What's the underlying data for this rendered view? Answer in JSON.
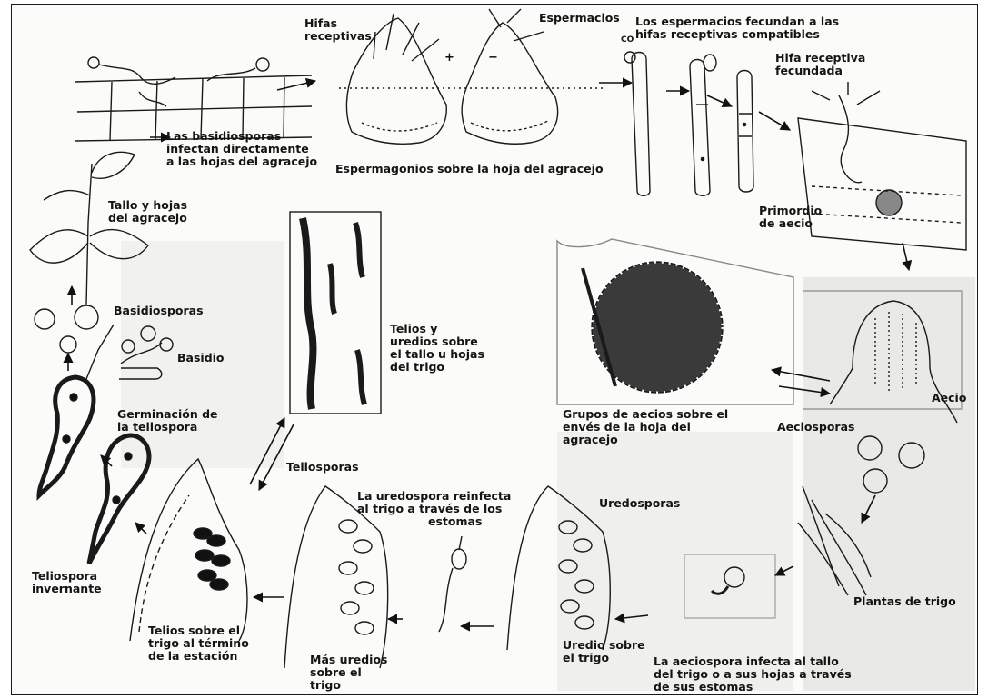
{
  "labels": {
    "hifas_receptivas": [
      "Hifas",
      "receptivas"
    ],
    "espermacios": "Espermacios",
    "espermacios_fecundan": [
      "Los espermacios fecundan a las",
      "hifas receptivas compatibles"
    ],
    "hifa_fecundada": [
      "Hifa   receptiva",
      "fecundada"
    ],
    "basidiosporas_infectan": [
      "Las basidiosporas",
      "infectan directamente",
      "a las hojas del agracejo"
    ],
    "espermagonios": "Espermagonios sobre la hoja del agracejo",
    "tallo_hojas": [
      "Tallo y hojas",
      "del agracejo"
    ],
    "primordio": [
      "Primordio",
      "de aecio"
    ],
    "basidiosporas": "Basidiosporas",
    "basidio": "Basidio",
    "telios_uredios": [
      "Telios y",
      "uredios sobre",
      "el tallo u hojas",
      "del trigo"
    ],
    "aecio": "Aecio",
    "germinacion": [
      "Germinación de",
      "la teliospora"
    ],
    "grupos_aecios": [
      "Grupos de aecios sobre el",
      "envés de la hoja del",
      "agracejo"
    ],
    "aeciosporas": "Aeciosporas",
    "teliosporas": "Teliosporas",
    "uredospora_reinfecta": [
      "La uredospora reinfecta",
      "al trigo a través de los",
      "estomas"
    ],
    "uredosporas": "Uredosporas",
    "teliospora_invernante": [
      "Teliospora",
      "invernante"
    ],
    "plantas_trigo": "Plantas de trigo",
    "telios_termino": [
      "Telios sobre el",
      "trigo al término",
      "de la estación"
    ],
    "mas_uredios": [
      "Más uredios",
      "sobre el",
      "trigo"
    ],
    "uredio_trigo": [
      "Uredio sobre",
      "el trigo"
    ],
    "aeciospora_infecta": [
      "La aeciospora infecta al tallo",
      "del trigo o a sus hojas a través",
      "de sus estomas"
    ],
    "plus": "+",
    "minus": "−",
    "con_fragment": "CO"
  }
}
